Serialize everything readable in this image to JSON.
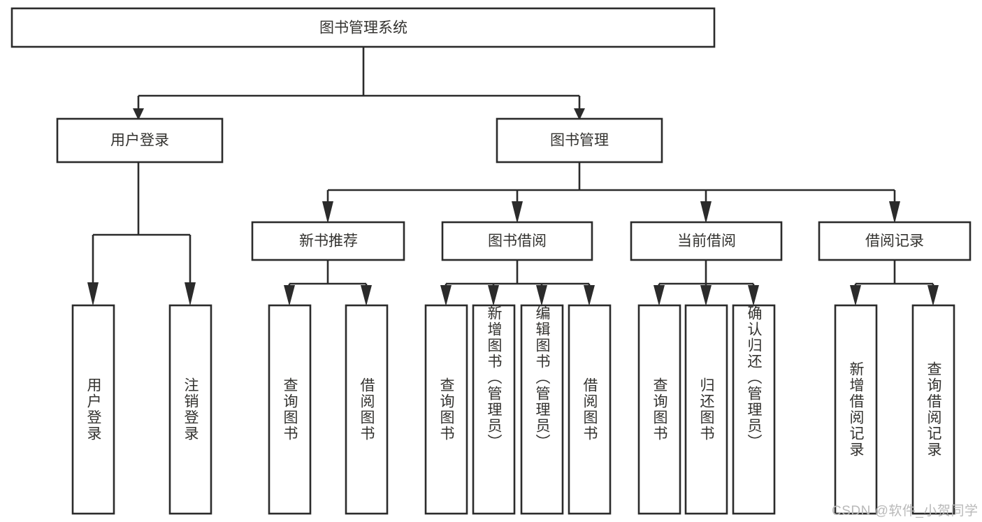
{
  "diagram": {
    "type": "tree-hierarchy-chart",
    "title": "图书管理系统",
    "orientation": "top-down",
    "colors": {
      "box_stroke": "#2b2b2b",
      "box_fill": "#ffffff",
      "text": "#33322f",
      "connector": "#2b2b2b",
      "watermark": "#b9b9b9",
      "background": "#ffffff"
    },
    "root": {
      "id": "root",
      "label": "图书管理系统",
      "text_direction": "horizontal"
    },
    "level2": [
      {
        "id": "user-login",
        "label": "用户登录",
        "text_direction": "horizontal"
      },
      {
        "id": "book-management",
        "label": "图书管理",
        "text_direction": "horizontal"
      }
    ],
    "level3": [
      {
        "id": "new-book-recommend",
        "label": "新书推荐",
        "parent": "book-management",
        "text_direction": "horizontal"
      },
      {
        "id": "book-borrow",
        "label": "图书借阅",
        "parent": "book-management",
        "text_direction": "horizontal"
      },
      {
        "id": "current-borrow",
        "label": "当前借阅",
        "parent": "book-management",
        "text_direction": "horizontal"
      },
      {
        "id": "borrow-record",
        "label": "借阅记录",
        "parent": "book-management",
        "text_direction": "horizontal"
      }
    ],
    "leaves": [
      {
        "id": "leaf-user-login",
        "label": "用户登录",
        "parent": "user-login",
        "text_direction": "vertical"
      },
      {
        "id": "leaf-user-logout",
        "label": "注销登录",
        "parent": "user-login",
        "text_direction": "vertical"
      },
      {
        "id": "leaf-query-book-1",
        "label": "查询图书",
        "parent": "new-book-recommend",
        "text_direction": "vertical"
      },
      {
        "id": "leaf-borrow-book-1",
        "label": "借阅图书",
        "parent": "new-book-recommend",
        "text_direction": "vertical"
      },
      {
        "id": "leaf-query-book-2",
        "label": "查询图书",
        "parent": "book-borrow",
        "text_direction": "vertical"
      },
      {
        "id": "leaf-add-book",
        "label": "新增图书（管理员）",
        "parent": "book-borrow",
        "text_direction": "vertical"
      },
      {
        "id": "leaf-edit-book",
        "label": "编辑图书（管理员）",
        "parent": "book-borrow",
        "text_direction": "vertical"
      },
      {
        "id": "leaf-borrow-book-2",
        "label": "借阅图书",
        "parent": "book-borrow",
        "text_direction": "vertical"
      },
      {
        "id": "leaf-query-book-3",
        "label": "查询图书",
        "parent": "current-borrow",
        "text_direction": "vertical"
      },
      {
        "id": "leaf-return-book",
        "label": "归还图书",
        "parent": "current-borrow",
        "text_direction": "vertical"
      },
      {
        "id": "leaf-confirm-return",
        "label": "确认归还（管理员）",
        "parent": "current-borrow",
        "text_direction": "vertical"
      },
      {
        "id": "leaf-add-record",
        "label": "新增借阅记录",
        "parent": "borrow-record",
        "text_direction": "vertical"
      },
      {
        "id": "leaf-query-record",
        "label": "查询借阅记录",
        "parent": "borrow-record",
        "text_direction": "vertical"
      }
    ]
  },
  "watermark": {
    "text": "CSDN @软件_小贺同学"
  }
}
